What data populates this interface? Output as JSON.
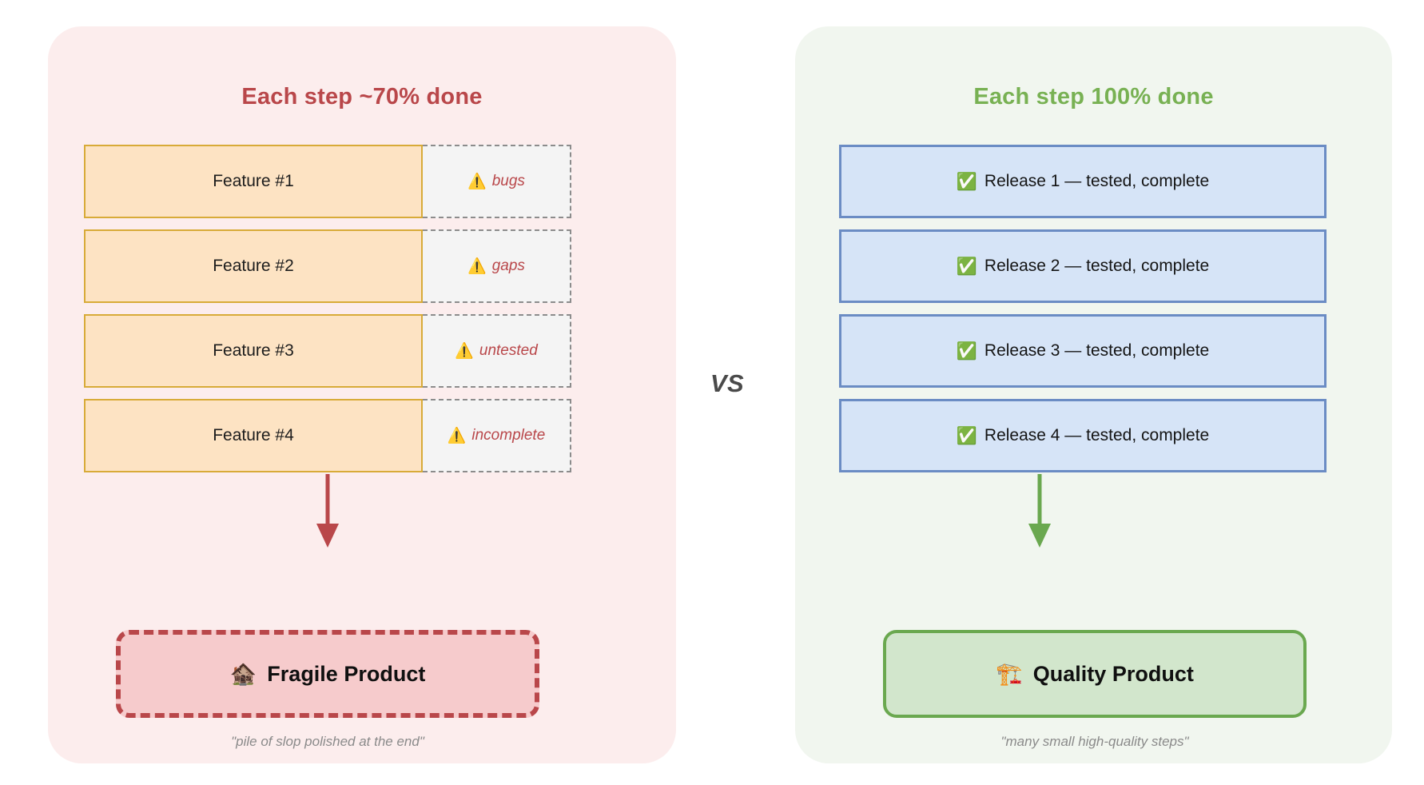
{
  "left_panel": {
    "title": "Each step ~70% done",
    "title_color": "#b9474a",
    "background_color": "#fceded",
    "steps": [
      {
        "label": "Feature #1",
        "gap_label": "bugs",
        "warn_icon": "⚠️"
      },
      {
        "label": "Feature #2",
        "gap_label": "gaps",
        "warn_icon": "⚠️"
      },
      {
        "label": "Feature #3",
        "gap_label": "untested",
        "warn_icon": "⚠️"
      },
      {
        "label": "Feature #4",
        "gap_label": "incomplete",
        "warn_icon": "⚠️"
      }
    ],
    "outcome": {
      "icon": "🏚️",
      "label": "Fragile Product",
      "fill_color": "#f6cbcc",
      "border_color": "#b9474a"
    },
    "caption": "\"pile of slop polished at the end\"",
    "arrow_color": "#b9474a"
  },
  "right_panel": {
    "title": "Each step 100% done",
    "title_color": "#78b153",
    "background_color": "#f1f6ef",
    "steps": [
      {
        "icon": "✅",
        "label": "Release 1 — tested, complete"
      },
      {
        "icon": "✅",
        "label": "Release 2 — tested, complete"
      },
      {
        "icon": "✅",
        "label": "Release 3 — tested, complete"
      },
      {
        "icon": "✅",
        "label": "Release 4 — tested, complete"
      }
    ],
    "outcome": {
      "icon": "🏗️",
      "label": "Quality Product",
      "fill_color": "#d2e6cc",
      "border_color": "#6aa84f"
    },
    "caption": "\"many small high-quality steps\"",
    "arrow_color": "#6aa84f"
  },
  "divider": {
    "label": "VS",
    "color": "#4a4a4a"
  },
  "palette": {
    "feature_fill": "#fde3c3",
    "feature_border": "#d8ab38",
    "gap_fill": "#f4f4f4",
    "gap_border": "#8c8c8c",
    "release_fill": "#d6e4f7",
    "release_border": "#6b8cc4",
    "caption_color": "#8a8a8a"
  }
}
